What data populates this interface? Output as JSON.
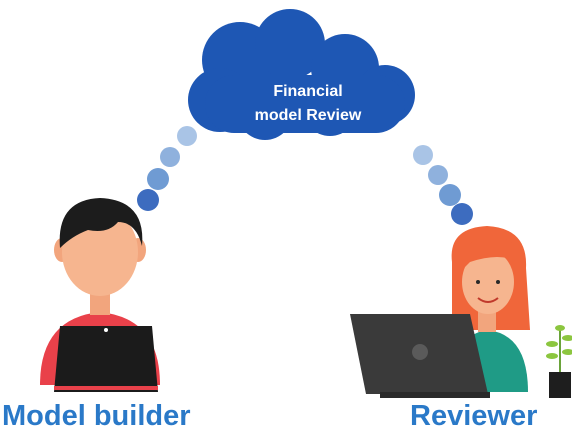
{
  "cloud": {
    "line1": "Financial",
    "line2": "model Review"
  },
  "actors": {
    "builder": {
      "label": "Model builder"
    },
    "reviewer": {
      "label": "Reviewer"
    }
  },
  "colors": {
    "cloud": "#1e57b4",
    "dots_light": "#a9c4e6",
    "dots_mid": "#6f9bd3",
    "dots_dark": "#3d6cbf",
    "label": "#2a79c8",
    "builder_shirt": "#e9414a",
    "reviewer_hair": "#f0663a",
    "reviewer_shirt": "#1f9b86",
    "laptop": "#1b1b1b"
  },
  "icons": [
    "cloud-icon",
    "person-icon",
    "laptop-icon",
    "plant-icon"
  ]
}
